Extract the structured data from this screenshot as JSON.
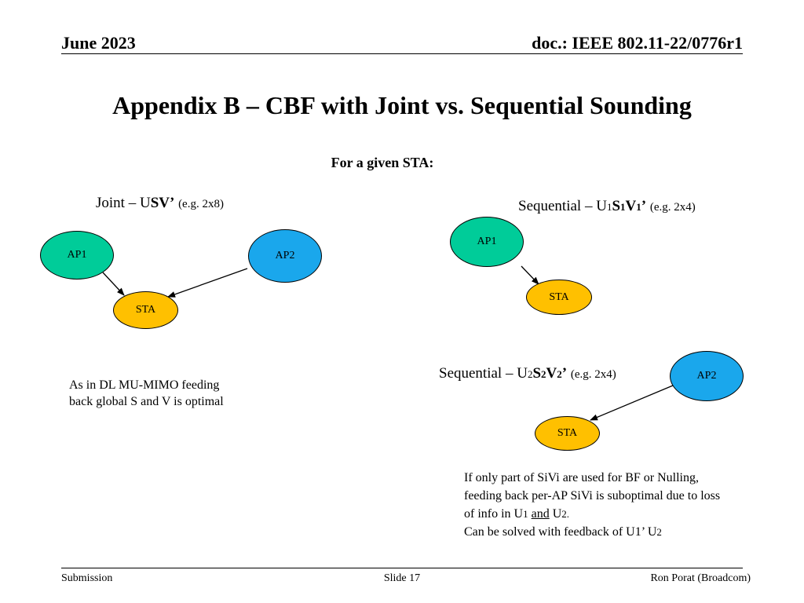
{
  "header": {
    "date": "June 2023",
    "doc_id": "doc.: IEEE 802.11-22/0776r1"
  },
  "slide": {
    "title": "Appendix B – CBF with Joint vs. Sequential Sounding",
    "subtitle": "For a given STA:"
  },
  "joint": {
    "label_prefix": "Joint – U",
    "label_bold": "SV’",
    "label_example": "(e.g. 2x8)",
    "nodes": {
      "ap1": "AP1",
      "ap2": "AP2",
      "sta": "STA"
    },
    "note_line1": "As in DL MU-MIMO feeding",
    "note_line2": "back global S and V is optimal"
  },
  "seq1": {
    "label_prefix": "Sequential – U",
    "sub1": "1",
    "bold_s": "S",
    "bold_sub1": "1",
    "bold_v": "V",
    "bold_sub2": "1",
    "bold_end": "’",
    "label_example": "(e.g. 2x4)",
    "nodes": {
      "ap": "AP1",
      "sta": "STA"
    }
  },
  "seq2": {
    "label_prefix": "Sequential – U",
    "sub1": "2",
    "bold_s": "S",
    "bold_sub1": "2",
    "bold_v": "V",
    "bold_sub2": "2",
    "bold_end": "’",
    "label_example": "(e.g. 2x4)",
    "nodes": {
      "ap": "AP2",
      "sta": "STA"
    }
  },
  "note2": {
    "line1": "If only part of SiVi are used for BF or Nulling,",
    "line2": "feeding back per-AP SiVi is suboptimal due to loss",
    "line3_a": "of info in U",
    "line3_sub1": "1",
    "line3_and": "and",
    "line3_b": "U",
    "line3_sub2": "2.",
    "line4_a": "Can be solved with feedback of U1’ U",
    "line4_sub": "2"
  },
  "footer": {
    "left": "Submission",
    "center": "Slide 17",
    "right": "Ron Porat (Broadcom)"
  },
  "colors": {
    "ap_green": "#00cc99",
    "ap_blue": "#1aa7ec",
    "sta_orange": "#ffc000"
  }
}
